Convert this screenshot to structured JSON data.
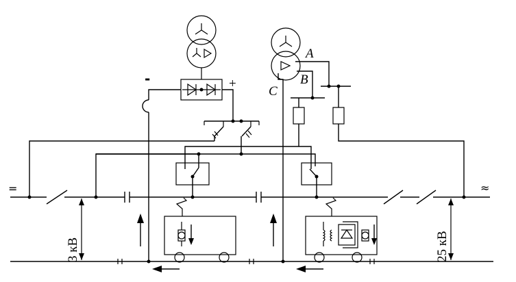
{
  "labels": {
    "dc_symbol": "=",
    "ac_symbol": "≈",
    "minus": "-",
    "plus": "+",
    "phase_a": "A",
    "phase_b": "B",
    "phase_c": "C",
    "voltage_dc": "3 кВ",
    "voltage_ac": "25 кВ"
  }
}
